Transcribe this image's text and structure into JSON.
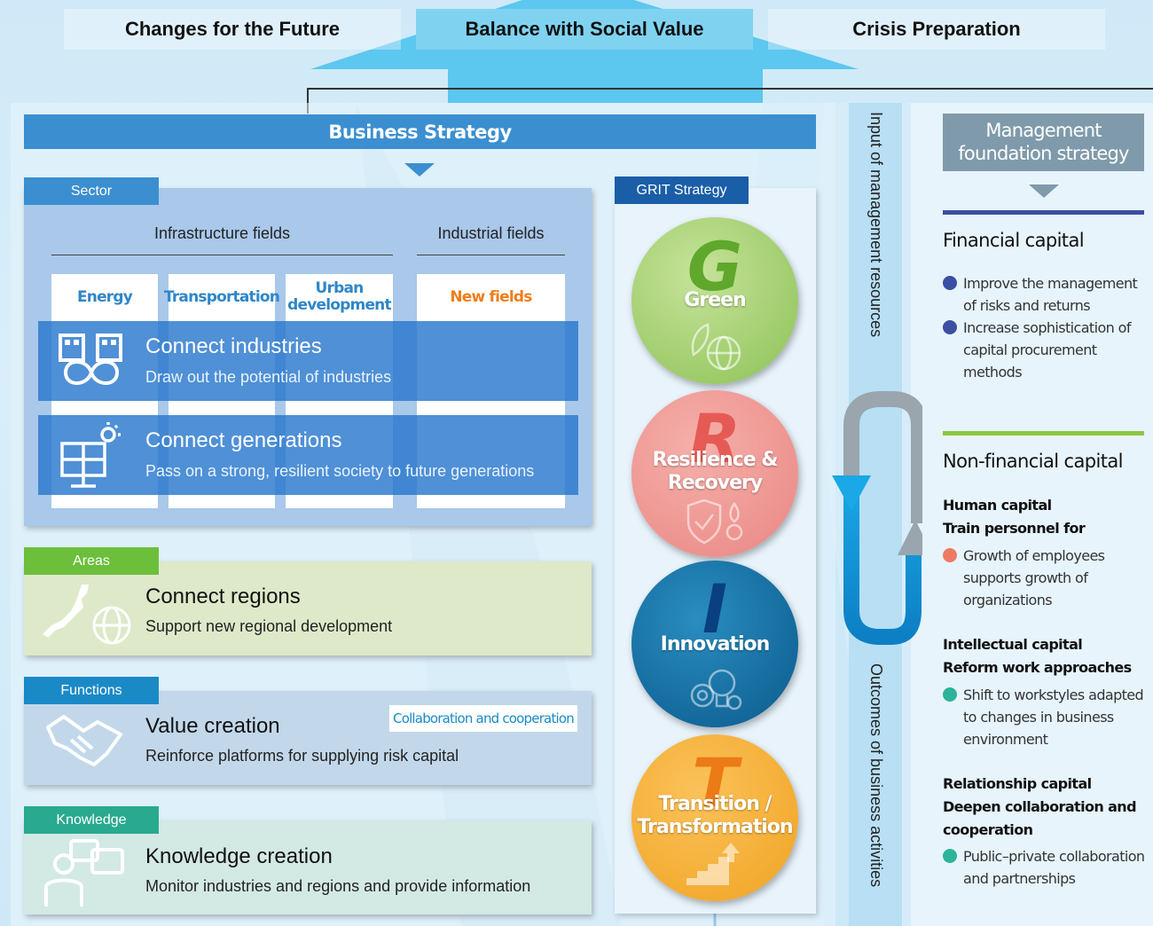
{
  "goals": {
    "left": "Changes for the Future",
    "center": "Balance with Social Value",
    "right": "Crisis Preparation"
  },
  "business_strategy": {
    "title": "Business Strategy"
  },
  "sector": {
    "tab": "Sector",
    "infra_head": "Infrastructure fields",
    "industrial_head": "Industrial fields",
    "columns": {
      "energy": "Energy",
      "transportation": "Transportation",
      "urban_line1": "Urban",
      "urban_line2": "development",
      "new_fields": "New fields"
    },
    "band1": {
      "title": "Connect industries",
      "sub": "Draw out the potential of industries"
    },
    "band2": {
      "title": "Connect generations",
      "sub": "Pass on a strong, resilient society to future generations"
    }
  },
  "areas": {
    "tab": "Areas",
    "title": "Connect regions",
    "sub": "Support new regional development"
  },
  "functions": {
    "tab": "Functions",
    "title": "Value creation",
    "sub": "Reinforce platforms for supplying risk capital",
    "badge": "Collaboration and cooperation"
  },
  "knowledge": {
    "tab": "Knowledge",
    "title": "Knowledge creation",
    "sub": "Monitor industries and regions and provide information"
  },
  "grit": {
    "tab": "GRIT Strategy",
    "g": {
      "letter": "G",
      "label": "Green"
    },
    "r": {
      "letter": "R",
      "label1": "Resilience &",
      "label2": "Recovery"
    },
    "i": {
      "letter": "I",
      "label": "Innovation"
    },
    "t": {
      "letter": "T",
      "label1": "Transition /",
      "label2": "Transformation"
    }
  },
  "cycle": {
    "input": "Input of management resources",
    "output": "Outcomes of business activities"
  },
  "management": {
    "title_line1": "Management",
    "title_line2": "foundation strategy",
    "financial": {
      "head": "Financial capital",
      "b1_l1": "Improve the management",
      "b1_l2": "of risks and returns",
      "b2_l1": "Increase sophistication of",
      "b2_l2": "capital procurement",
      "b2_l3": "methods"
    },
    "nonfinancial": {
      "head": "Non-financial capital",
      "human_h1": "Human capital",
      "human_h2": "Train personnel for",
      "human_b_l1": "Growth of employees",
      "human_b_l2": "supports growth of",
      "human_b_l3": "organizations",
      "intel_h1": "Intellectual capital",
      "intel_h2": "Reform work approaches",
      "intel_b_l1": "Shift to workstyles adapted",
      "intel_b_l2": "to changes in business",
      "intel_b_l3": "environment",
      "rel_h1": "Relationship capital",
      "rel_h2": "Deepen collaboration and",
      "rel_h3": "cooperation",
      "rel_b_l1": "Public–private collaboration",
      "rel_b_l2": "and partnerships"
    }
  },
  "colors": {
    "blue": "#3b8fd0",
    "green_tab": "#6cbf3a",
    "teal_tab": "#29a98f",
    "gray": "#7f9aaa",
    "orange": "#f07d1a"
  }
}
